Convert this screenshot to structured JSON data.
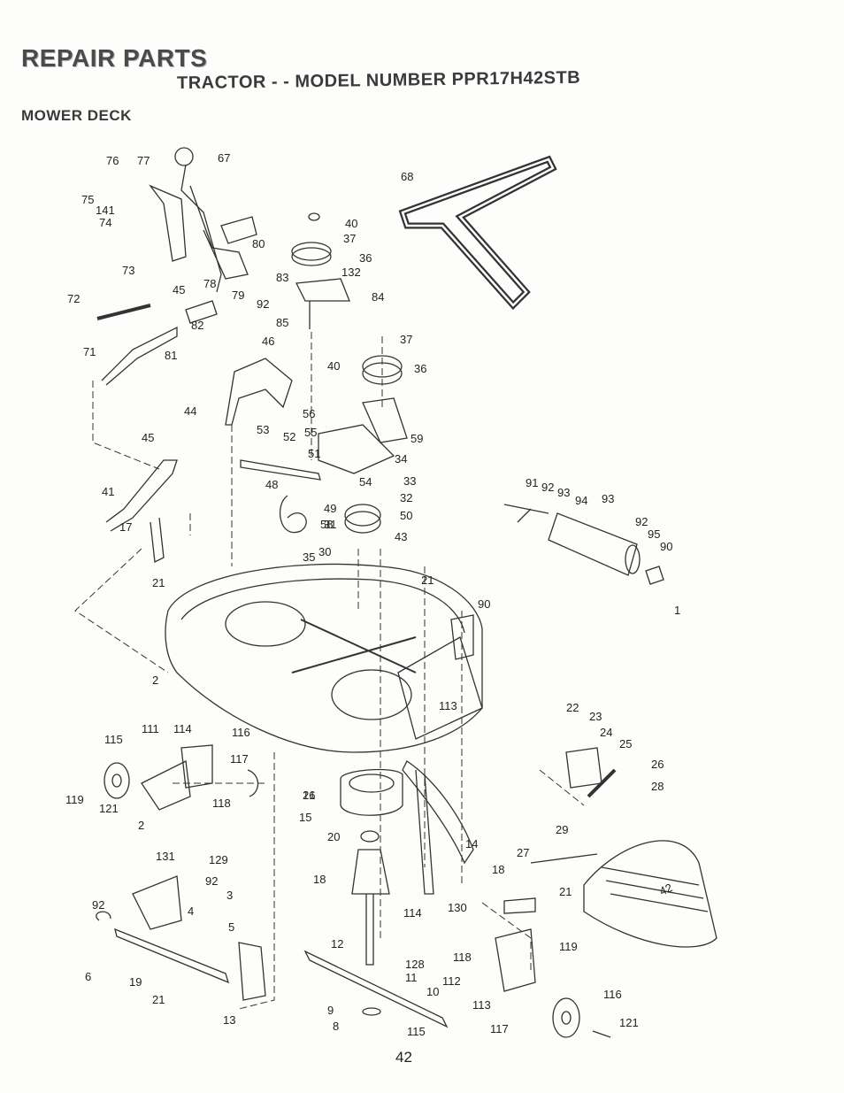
{
  "header": {
    "title": "REPAIR PARTS",
    "subtitle": "TRACTOR - - MODEL NUMBER PPR17H42STB",
    "section": "MOWER DECK"
  },
  "page_number": "42",
  "deck_logo_text": "42",
  "callouts": [
    "67",
    "76",
    "77",
    "75",
    "141",
    "74",
    "73",
    "78",
    "79",
    "92",
    "80",
    "68",
    "40",
    "37",
    "36",
    "83",
    "132",
    "84",
    "85",
    "72",
    "45",
    "82",
    "81",
    "71",
    "46",
    "37",
    "40",
    "36",
    "44",
    "56",
    "55",
    "59",
    "53",
    "52",
    "51",
    "34",
    "48",
    "54",
    "33",
    "49",
    "32",
    "31",
    "50",
    "58",
    "35",
    "30",
    "43",
    "45",
    "41",
    "17",
    "21",
    "21",
    "90",
    "91",
    "92",
    "93",
    "94",
    "93",
    "92",
    "95",
    "90",
    "1",
    "2",
    "21",
    "113",
    "111",
    "114",
    "116",
    "115",
    "117",
    "119",
    "121",
    "118",
    "2",
    "16",
    "15",
    "20",
    "14",
    "18",
    "18",
    "114",
    "130",
    "131",
    "129",
    "92",
    "92",
    "3",
    "4",
    "5",
    "6",
    "19",
    "21",
    "13",
    "12",
    "128",
    "11",
    "10",
    "9",
    "8",
    "115",
    "118",
    "112",
    "119",
    "113",
    "117",
    "116",
    "121",
    "21",
    "22",
    "23",
    "24",
    "25",
    "26",
    "28",
    "29",
    "27"
  ]
}
